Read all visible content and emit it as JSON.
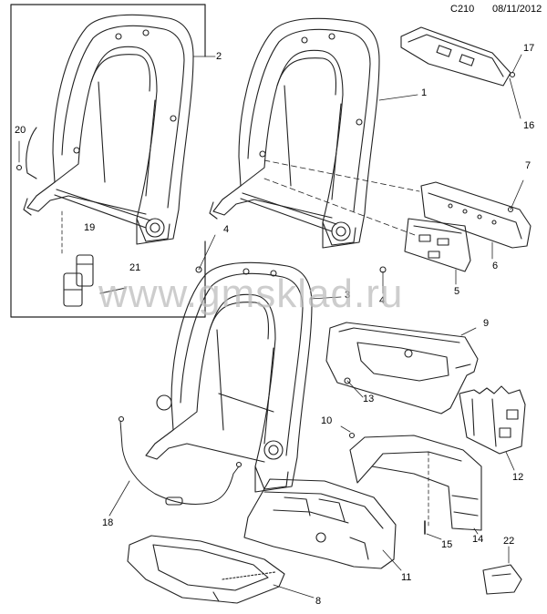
{
  "header": {
    "code": "C210",
    "date": "08/11/2012"
  },
  "watermark": "www.gmsklad.ru",
  "callouts": [
    "2",
    "17",
    "1",
    "16",
    "20",
    "7",
    "19",
    "4",
    "6",
    "21",
    "4",
    "5",
    "3",
    "9",
    "13",
    "10",
    "12",
    "18",
    "14",
    "15",
    "22",
    "11",
    "8"
  ]
}
